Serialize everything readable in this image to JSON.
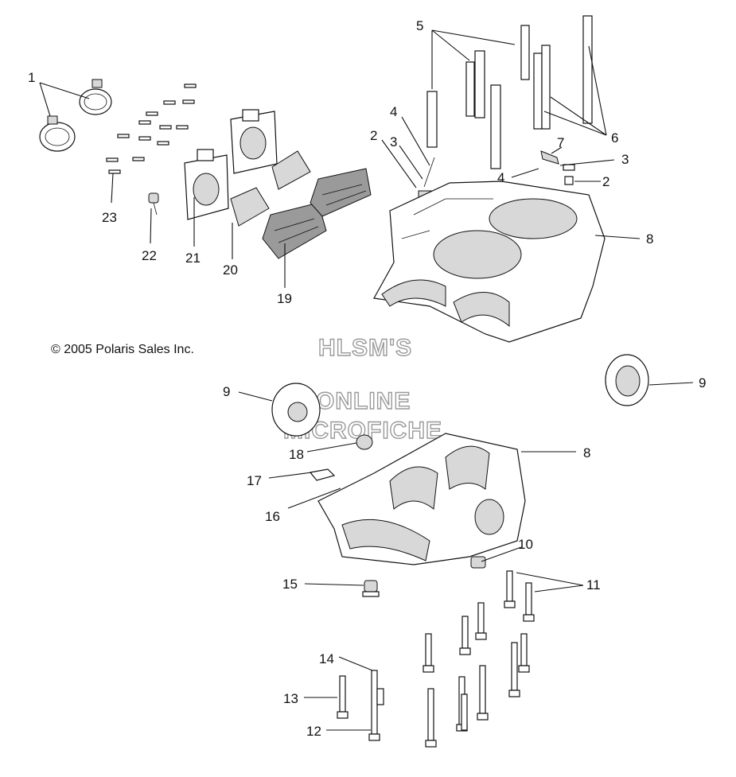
{
  "copyright": "© 2005 Polaris Sales Inc.",
  "watermark": [
    "HLSM'S",
    "ONLINE",
    "MICROFICHE"
  ],
  "callouts": {
    "c1": "1",
    "c2a": "2",
    "c2b": "2",
    "c3a": "3",
    "c3b": "3",
    "c4a": "4",
    "c4b": "4",
    "c5": "5",
    "c6": "6",
    "c7": "7",
    "c8a": "8",
    "c8b": "8",
    "c9a": "9",
    "c9b": "9",
    "c10": "10",
    "c11": "11",
    "c12": "12",
    "c13": "13",
    "c14": "14",
    "c15": "15",
    "c16": "16",
    "c17": "17",
    "c18": "18",
    "c19": "19",
    "c20": "20",
    "c21": "21",
    "c22": "22",
    "c23": "23"
  }
}
